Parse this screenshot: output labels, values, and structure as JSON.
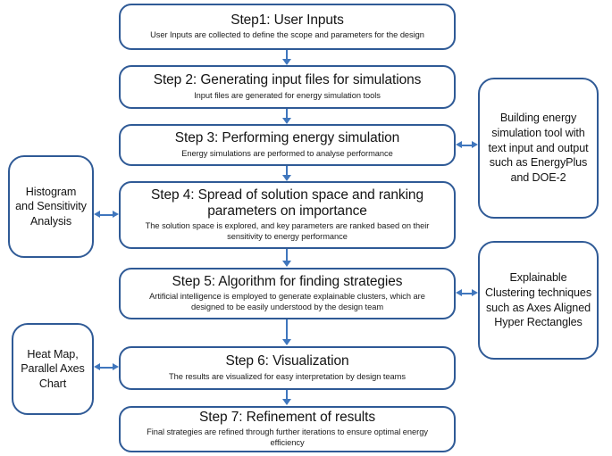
{
  "diagram": {
    "kind": "flowchart",
    "accent_color": "#2f5a96",
    "connector_color": "#3f76bd",
    "background": "#ffffff",
    "steps": [
      {
        "id": "step-1",
        "title": "Step1: User Inputs",
        "desc": "User Inputs are collected to define the scope and parameters for the design"
      },
      {
        "id": "step-2",
        "title": "Step 2: Generating input files for simulations",
        "desc": "Input files are generated for energy simulation tools"
      },
      {
        "id": "step-3",
        "title": "Step 3: Performing energy simulation",
        "desc": "Energy simulations are performed to analyse performance"
      },
      {
        "id": "step-4",
        "title": "Step 4: Spread of solution space and ranking parameters on importance",
        "desc": "The solution space is explored, and key parameters are ranked based on their sensitivity to energy performance"
      },
      {
        "id": "step-5",
        "title": "Step 5: Algorithm for finding strategies",
        "desc": "Artificial intelligence is employed to generate explainable clusters, which are designed to be easily understood by the design team"
      },
      {
        "id": "step-6",
        "title": "Step 6: Visualization",
        "desc": "The results are visualized for easy interpretation by design teams"
      },
      {
        "id": "step-7",
        "title": "Step 7: Refinement of results",
        "desc": "Final strategies are refined through further iterations to ensure optimal energy efficiency"
      }
    ],
    "side_notes": [
      {
        "id": "note-sim-tool",
        "side": "right",
        "linked_step": "step-3",
        "text": "Building energy simulation tool with text input and output such as EnergyPlus and DOE-2"
      },
      {
        "id": "note-histogram",
        "side": "left",
        "linked_step": "step-4",
        "text": "Histogram and Sensitivity Analysis"
      },
      {
        "id": "note-clustering",
        "side": "right",
        "linked_step": "step-5",
        "text": "Explainable Clustering techniques such as Axes Aligned Hyper Rectangles"
      },
      {
        "id": "note-visuals",
        "side": "left",
        "linked_step": "step-6",
        "text": "Heat Map, Parallel Axes Chart"
      }
    ]
  }
}
